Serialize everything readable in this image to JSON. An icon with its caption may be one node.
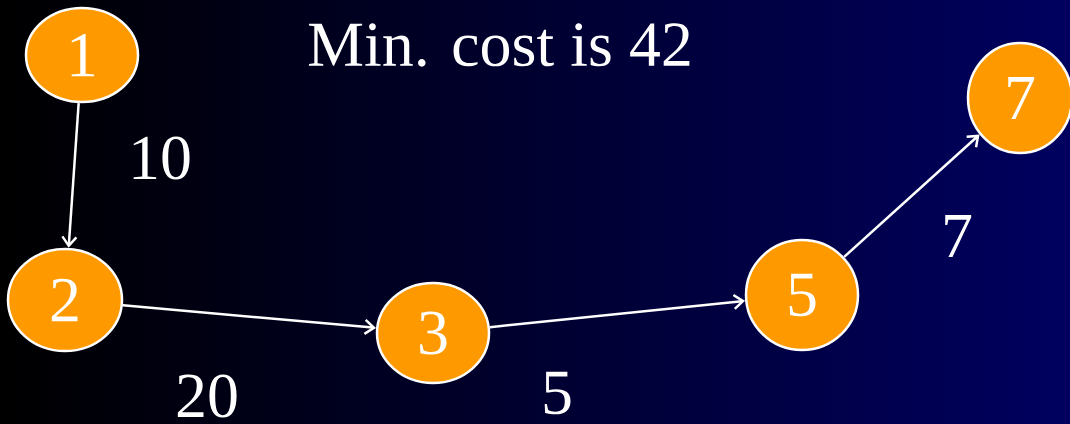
{
  "diagram": {
    "title": "Min. cost is 42",
    "nodes": [
      {
        "text": [
          "1"
        ]
      },
      {
        "text": [
          "2"
        ]
      },
      {
        "text": [
          "3"
        ]
      },
      {
        "text": [
          "5"
        ]
      },
      {
        "text": [
          "7"
        ]
      }
    ],
    "edges": [
      {
        "from": 0,
        "to": 1,
        "arrow": "to",
        "label": "10"
      },
      {
        "from": 1,
        "to": 2,
        "arrow": "to",
        "label": "20"
      },
      {
        "from": 2,
        "to": 3,
        "arrow": "to",
        "label": "5"
      },
      {
        "from": 3,
        "to": 4,
        "arrow": "to",
        "label": "7"
      }
    ]
  }
}
